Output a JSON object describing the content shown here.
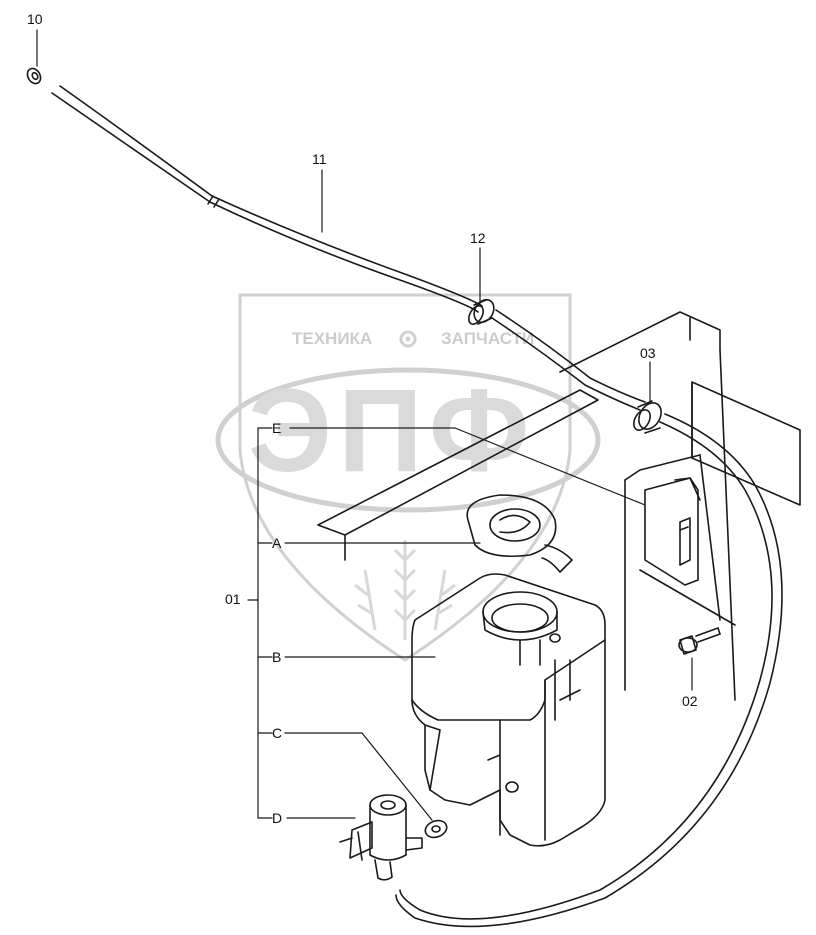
{
  "callouts": {
    "p10": "10",
    "p11": "11",
    "p12": "12",
    "p03": "03",
    "p02": "02",
    "p01": "01",
    "sub_a": "A",
    "sub_b": "B",
    "sub_c": "C",
    "sub_d": "D",
    "sub_e": "E"
  },
  "watermark": {
    "brand_top_left": "ТЕХНИКА",
    "brand_top_right": "ЗАПЧАСТИ",
    "logo": "ЭПФ"
  },
  "colors": {
    "line": "#1a1a1a",
    "watermark": "#d0d0d0",
    "background": "#ffffff"
  }
}
